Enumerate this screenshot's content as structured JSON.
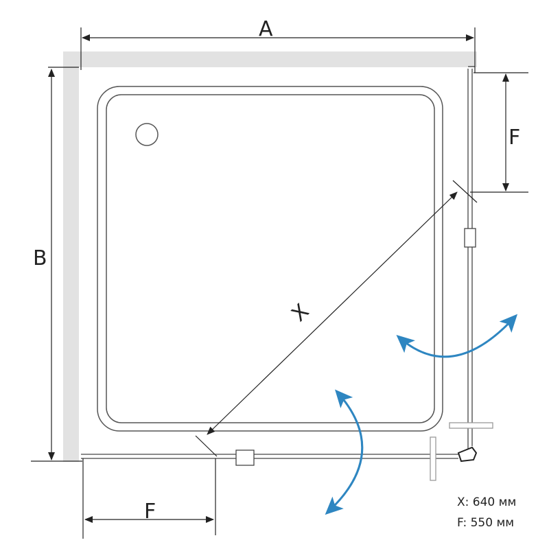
{
  "labels": {
    "a": "A",
    "b": "B",
    "f_right": "F",
    "f_bottom": "F",
    "x": "X"
  },
  "specs": {
    "x": "X: 640 мм",
    "f": "F: 550 мм"
  },
  "colors": {
    "wall": "#e2e2e2",
    "line": "#333333",
    "arrow": "#2e86c1"
  }
}
